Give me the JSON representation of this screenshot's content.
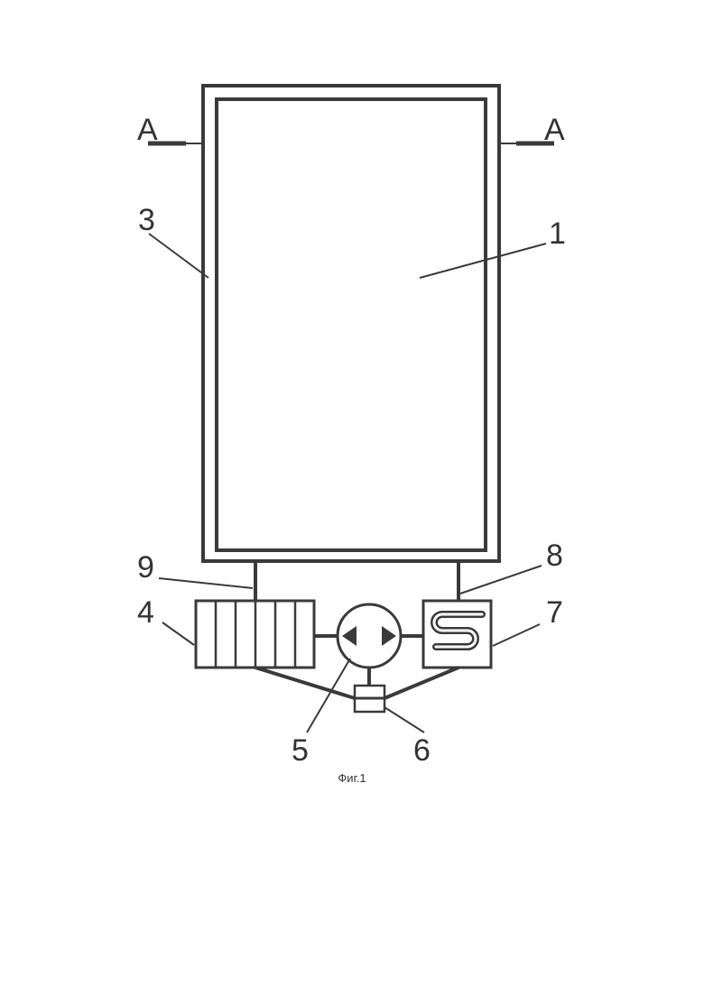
{
  "figure": {
    "caption": "Фиг.1",
    "section_marker": "А",
    "labels": {
      "n1": "1",
      "n3": "3",
      "n4": "4",
      "n5": "5",
      "n6": "6",
      "n7": "7",
      "n8": "8",
      "n9": "9"
    }
  },
  "colors": {
    "stroke": "#3a3a3a",
    "text": "#333333",
    "background": "#ffffff"
  }
}
